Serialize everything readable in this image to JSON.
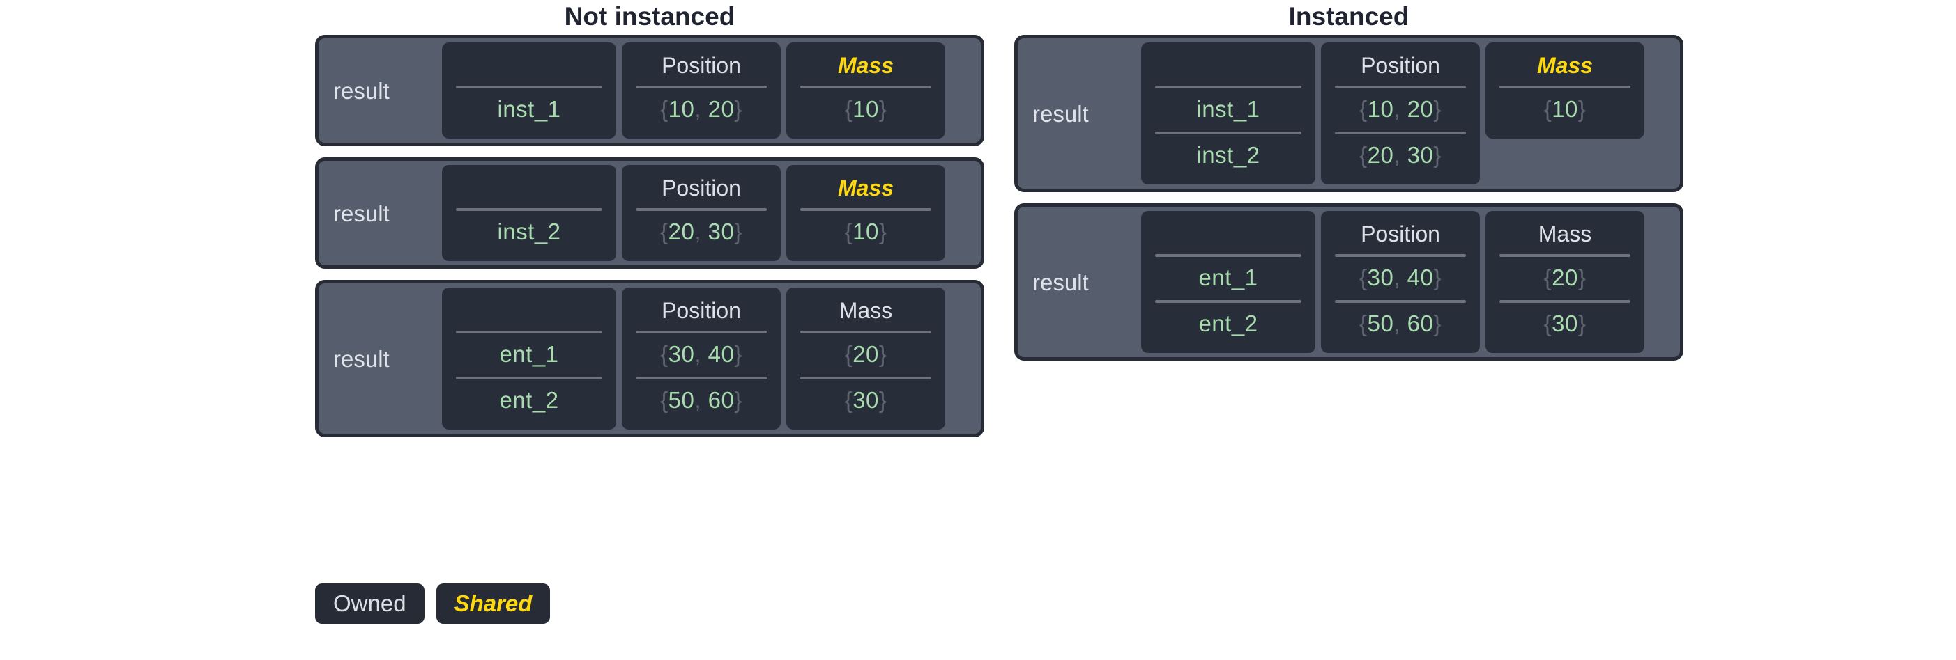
{
  "columns": [
    {
      "title": "Not instanced",
      "panels": [
        {
          "label": "result",
          "columns": [
            {
              "header": "",
              "header_style": "blank",
              "rows": [
                "inst_1"
              ]
            },
            {
              "header": "Position",
              "header_style": "owned",
              "rows": [
                "{10, 20}"
              ]
            },
            {
              "header": "Mass",
              "header_style": "shared",
              "rows": [
                "{10}"
              ]
            }
          ]
        },
        {
          "label": "result",
          "columns": [
            {
              "header": "",
              "header_style": "blank",
              "rows": [
                "inst_2"
              ]
            },
            {
              "header": "Position",
              "header_style": "owned",
              "rows": [
                "{20, 30}"
              ]
            },
            {
              "header": "Mass",
              "header_style": "shared",
              "rows": [
                "{10}"
              ]
            }
          ]
        },
        {
          "label": "result",
          "columns": [
            {
              "header": "",
              "header_style": "blank",
              "rows": [
                "ent_1",
                "ent_2"
              ]
            },
            {
              "header": "Position",
              "header_style": "owned",
              "rows": [
                "{30, 40}",
                "{50, 60}"
              ]
            },
            {
              "header": "Mass",
              "header_style": "owned",
              "rows": [
                "{20}",
                "{30}"
              ]
            }
          ]
        }
      ]
    },
    {
      "title": "Instanced",
      "panels": [
        {
          "label": "result",
          "columns": [
            {
              "header": "",
              "header_style": "blank",
              "rows": [
                "inst_1",
                "inst_2"
              ]
            },
            {
              "header": "Position",
              "header_style": "owned",
              "rows": [
                "{10, 20}",
                "{20, 30}"
              ]
            },
            {
              "header": "Mass",
              "header_style": "shared",
              "rows": [
                "{10}"
              ]
            }
          ]
        },
        {
          "label": "result",
          "columns": [
            {
              "header": "",
              "header_style": "blank",
              "rows": [
                "ent_1",
                "ent_2"
              ]
            },
            {
              "header": "Position",
              "header_style": "owned",
              "rows": [
                "{30, 40}",
                "{50, 60}"
              ]
            },
            {
              "header": "Mass",
              "header_style": "owned",
              "rows": [
                "{20}",
                "{30}"
              ]
            }
          ]
        }
      ]
    }
  ],
  "legend": [
    {
      "label": "Owned",
      "style": "owned"
    },
    {
      "label": "Shared",
      "style": "shared"
    }
  ],
  "colors": {
    "page_background": "#ffffff",
    "panel_fill": "#565d6c",
    "panel_border": "#262b36",
    "card_fill": "#282d3a",
    "owned_text": "#dce1e8",
    "shared_text": "#ffd90f",
    "value_text": "#a8dcae",
    "brace_text": "#5f6570",
    "rule": "#6c717c",
    "title_text": "#1f2430"
  }
}
